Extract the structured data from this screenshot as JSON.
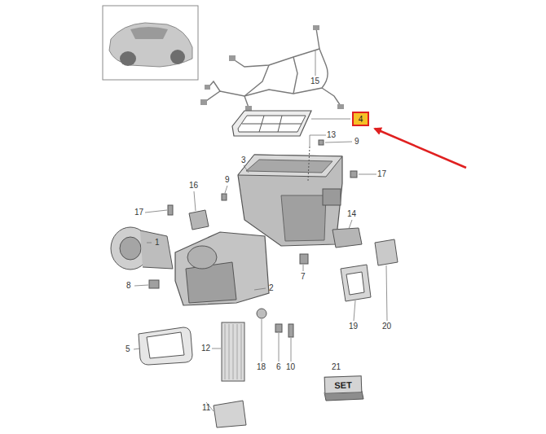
{
  "diagram": {
    "nodes": [
      {
        "text": [
          "4"
        ]
      },
      {
        "text": [
          "SET"
        ]
      }
    ],
    "labels": [
      "15",
      "13",
      "9",
      "3",
      "17",
      "9",
      "16",
      "17",
      "14",
      "1",
      "8",
      "7",
      "2",
      "19",
      "20",
      "5",
      "12",
      "18",
      "6",
      "10",
      "21",
      "11"
    ]
  }
}
